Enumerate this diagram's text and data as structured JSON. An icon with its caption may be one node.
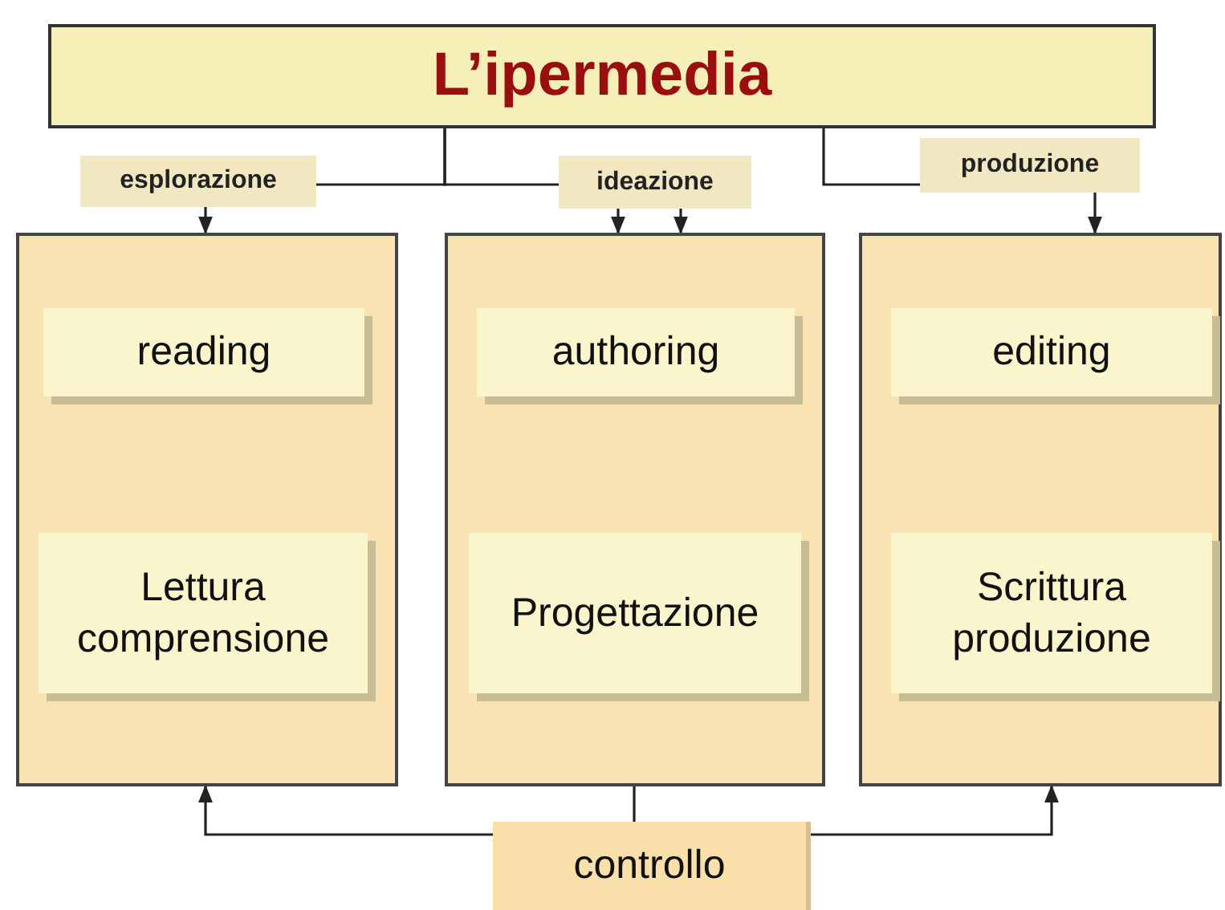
{
  "diagram": {
    "nodes": [
      {
        "text": [
          "L’ipermedia"
        ]
      },
      {
        "text": [
          "esplorazione"
        ]
      },
      {
        "text": [
          "ideazione"
        ]
      },
      {
        "text": [
          "produzione"
        ]
      },
      {
        "text": [],
        "shape": "box"
      },
      {
        "text": [
          "reading"
        ],
        "in": 4
      },
      {
        "text": [
          "Lettura comprensione"
        ],
        "in": 4
      },
      {
        "text": [],
        "shape": "box"
      },
      {
        "text": [
          "authoring"
        ],
        "in": 7
      },
      {
        "text": [
          "Progettazione"
        ],
        "in": 7
      },
      {
        "text": [],
        "shape": "box"
      },
      {
        "text": [
          "editing"
        ],
        "in": 10
      },
      {
        "text": [
          "Scrittura produzione"
        ],
        "in": 10
      },
      {
        "text": [
          "controllo"
        ]
      }
    ],
    "edges": [
      {
        "from": 0,
        "to": 1,
        "arrow": "none"
      },
      {
        "from": 0,
        "to": 2,
        "arrow": "none"
      },
      {
        "from": 0,
        "to": 3,
        "arrow": "none"
      },
      {
        "from": 1,
        "to": 4,
        "arrow": "to"
      },
      {
        "from": 2,
        "to": 7,
        "arrow": "to"
      },
      {
        "from": 2,
        "to": 7,
        "arrow": "to"
      },
      {
        "from": 3,
        "to": 10,
        "arrow": "to"
      },
      {
        "from": 13,
        "to": 4,
        "arrow": "to"
      },
      {
        "from": 13,
        "to": 7,
        "arrow": "none"
      },
      {
        "from": 13,
        "to": 10,
        "arrow": "to"
      }
    ]
  }
}
